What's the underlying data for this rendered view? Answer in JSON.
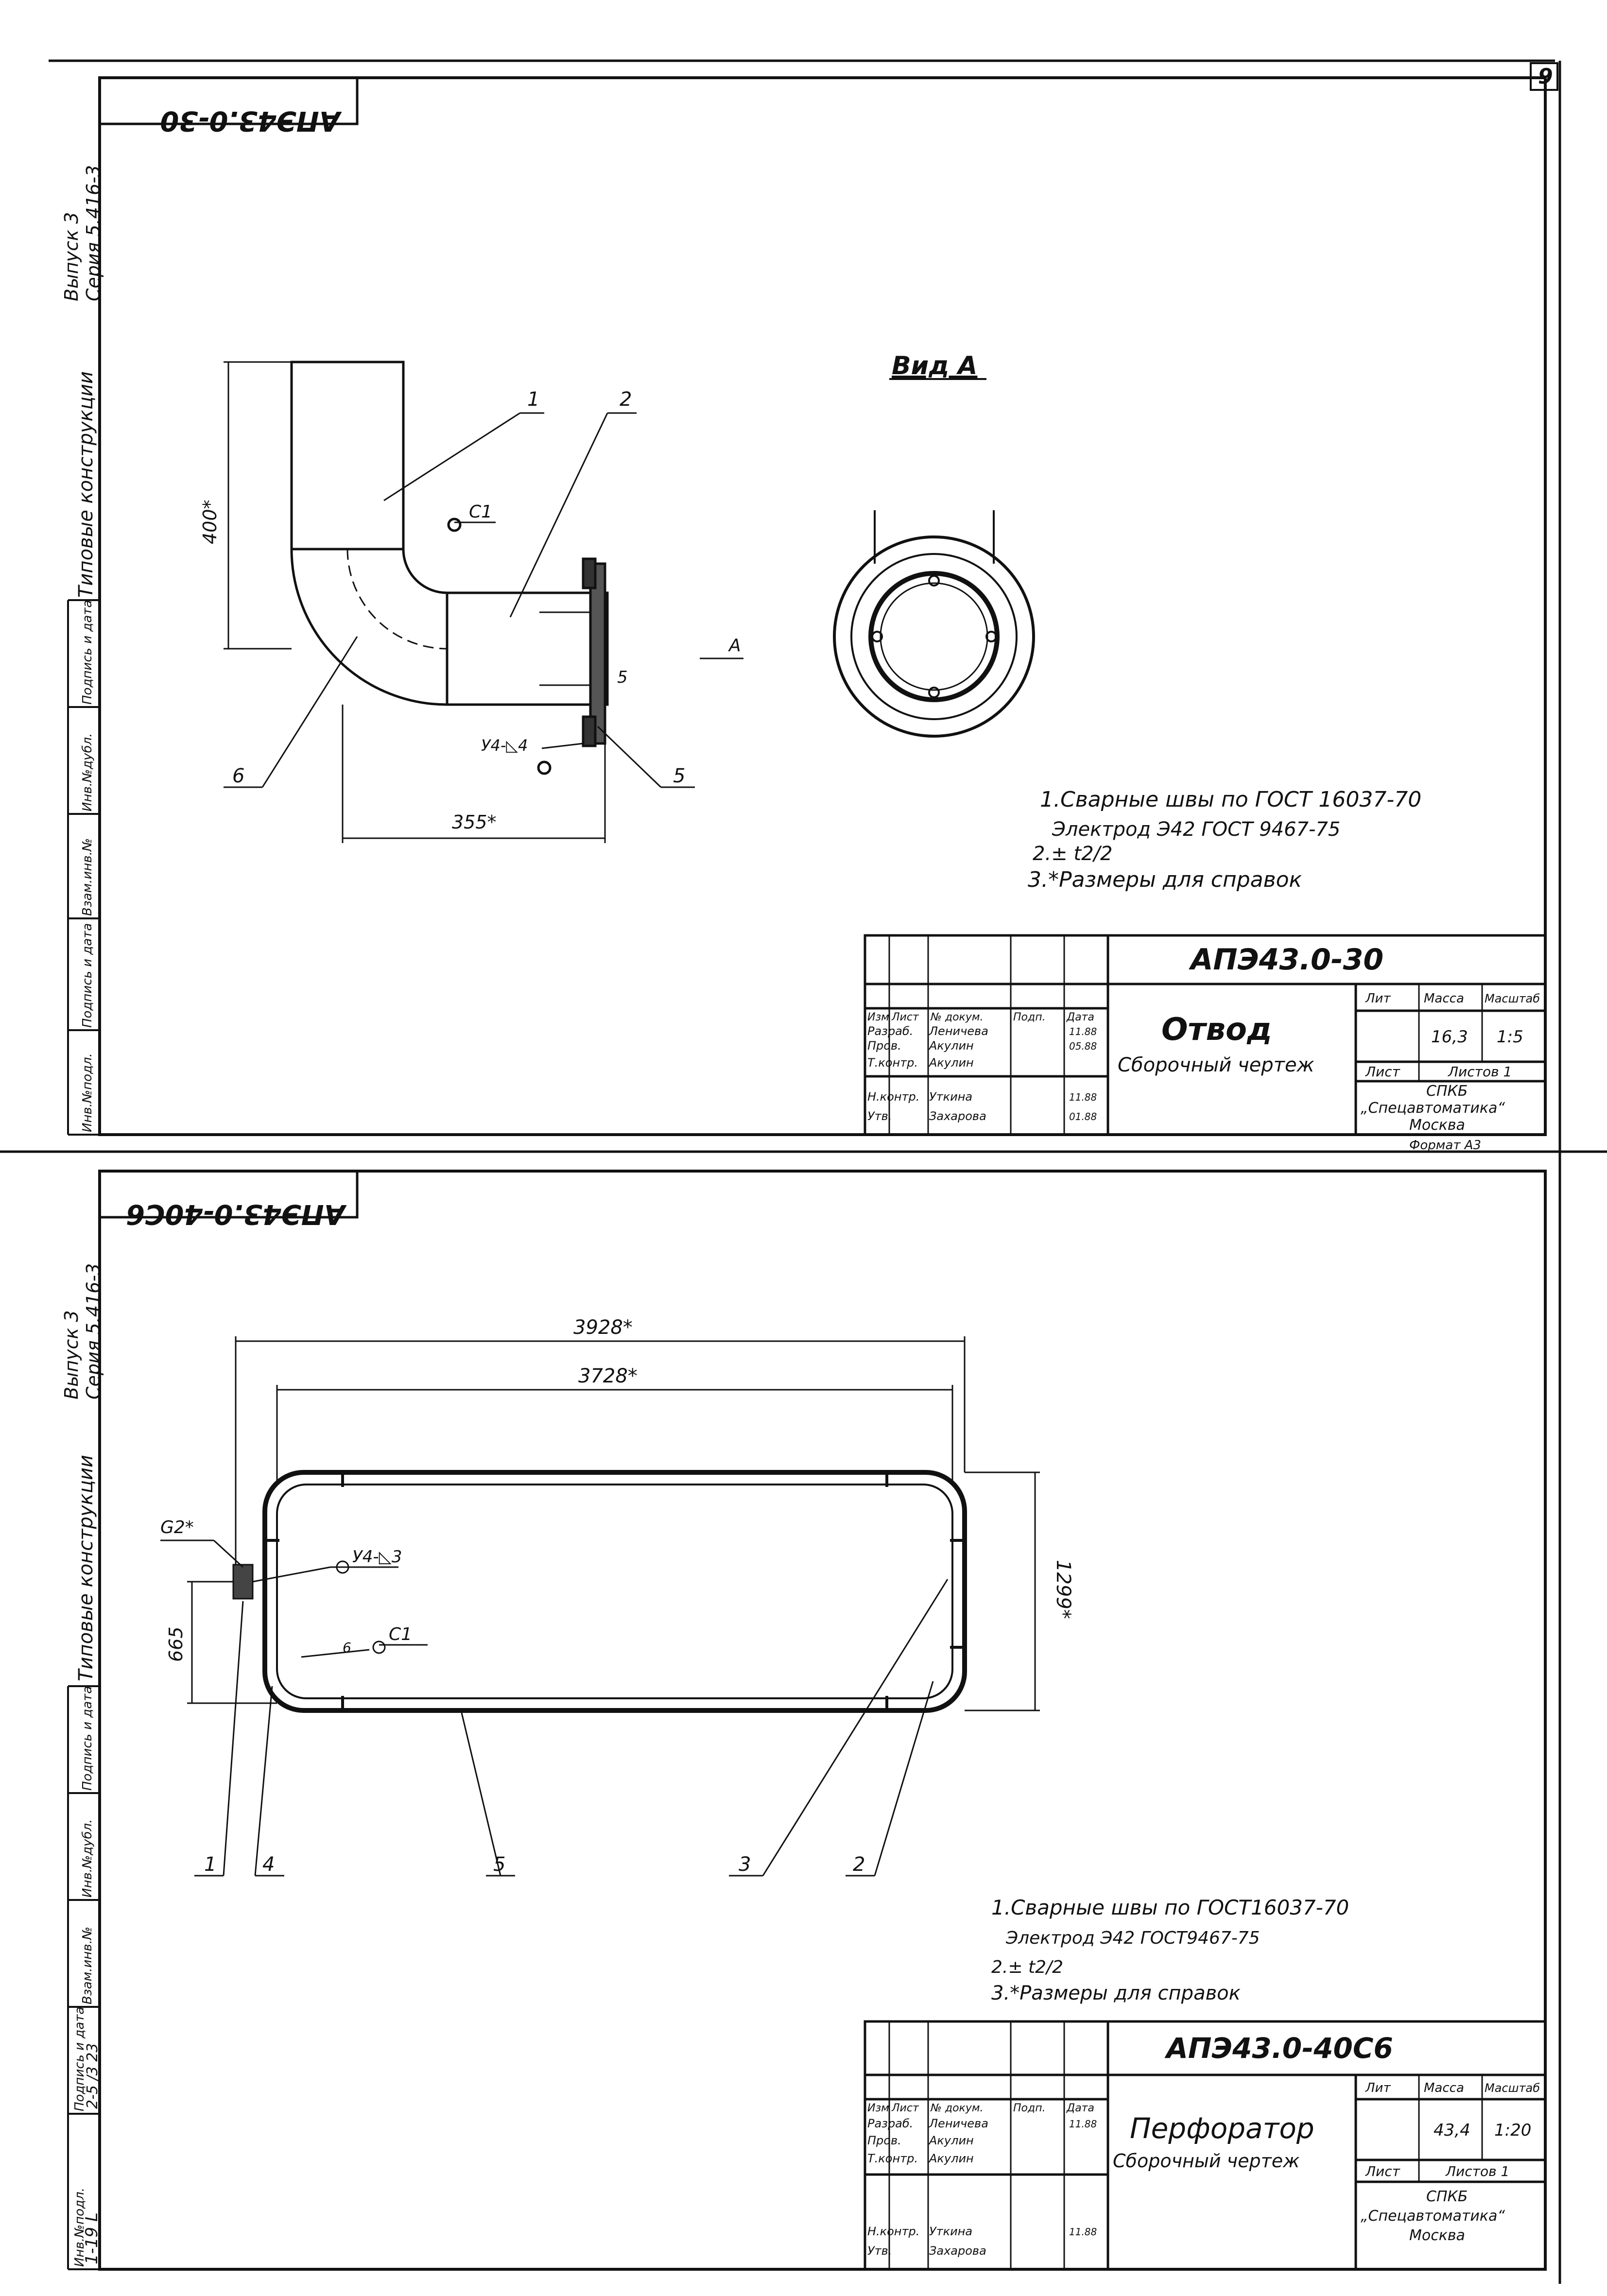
{
  "page_number": "9",
  "side_margin": {
    "series": "Серия 5.416-3",
    "issue": "Выпуск 3",
    "type": "Типовые конструкции",
    "columns": [
      "Инв.№подл.",
      "Подпись и дата",
      "Взам.инв.№",
      "Инв.№дубл.",
      "Подпись и дата"
    ],
    "handwritten_1": "1-19 L",
    "handwritten_2": "2-5 /3 23"
  },
  "sheets": [
    {
      "id": "top",
      "corner_code": "АПЭ43.0-30",
      "view_label": "Вид А",
      "dimensions": {
        "height": "400*",
        "width": "355*",
        "gap": "5"
      },
      "callouts": [
        "1",
        "2",
        "5",
        "6",
        "C1",
        "У4-◺4",
        "А"
      ],
      "notes": [
        "1.Сварные швы по ГОСТ 16037-70",
        "Электрод Э42 ГОСТ 9467-75",
        "2.± t2/2",
        "3.*Размеры для справок"
      ],
      "stamp": {
        "designation": "АПЭ43.0-30",
        "name": "Отвод",
        "subtitle": "Сборочный чертеж",
        "headers": [
          "Изм",
          "Лист",
          "№ докум.",
          "Подп.",
          "Дата"
        ],
        "roles": [
          {
            "role": "Разраб.",
            "name": "Леничева",
            "date": "11.88"
          },
          {
            "role": "Пров.",
            "name": "Акулин",
            "date": "05.88"
          },
          {
            "role": "Т.контр.",
            "name": "Акулин",
            "date": ""
          },
          {
            "role": "Н.контр.",
            "name": "Уткина",
            "date": "11.88"
          },
          {
            "role": "Утв.",
            "name": "Захарова",
            "date": "01.88"
          }
        ],
        "lit_label": "Лит",
        "mass_label": "Масса",
        "scale_label": "Масштаб",
        "mass": "16,3",
        "scale": "1:5",
        "sheet_label": "Лист",
        "sheets_label": "Листов 1",
        "org_1": "СПКБ",
        "org_2": "„Спецавтоматика“",
        "org_3": "Москва",
        "format": "Формат А3"
      }
    },
    {
      "id": "bottom",
      "corner_code": "АПЭ43.0-40С6",
      "dimensions": {
        "outer_length": "3928*",
        "inner_length": "3728*",
        "height": "1299*",
        "side": "665",
        "gap": "G2*"
      },
      "callouts": [
        "1",
        "2",
        "3",
        "4",
        "5",
        "C1",
        "У4-◺3",
        "6"
      ],
      "notes": [
        "1.Сварные швы по ГОСТ16037-70",
        "Электрод Э42 ГОСТ9467-75",
        "2.± t2/2",
        "3.*Размеры для справок"
      ],
      "stamp": {
        "designation": "АПЭ43.0-40С6",
        "name": "Перфоратор",
        "subtitle": "Сборочный чертеж",
        "headers": [
          "Изм",
          "Лист",
          "№ докум.",
          "Подп.",
          "Дата"
        ],
        "roles": [
          {
            "role": "Разраб.",
            "name": "Леничева",
            "date": "11.88"
          },
          {
            "role": "Пров.",
            "name": "Акулин",
            "date": ""
          },
          {
            "role": "Т.контр.",
            "name": "Акулин",
            "date": ""
          },
          {
            "role": "Н.контр.",
            "name": "Уткина",
            "date": "11.88"
          },
          {
            "role": "Утв.",
            "name": "Захарова",
            "date": ""
          }
        ],
        "lit_label": "Лит",
        "mass_label": "Масса",
        "scale_label": "Масштаб",
        "mass": "43,4",
        "scale": "1:20",
        "sheet_label": "Лист",
        "sheets_label": "Листов 1",
        "org_1": "СПКБ",
        "org_2": "„Спецавтоматика“",
        "org_3": "Москва"
      }
    }
  ]
}
